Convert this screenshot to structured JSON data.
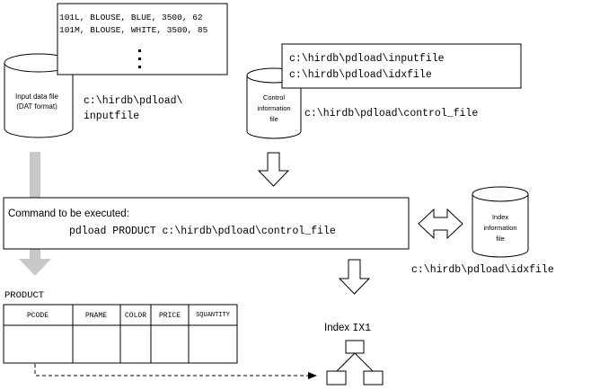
{
  "input_file": {
    "cylinder_label_line1": "Input data file",
    "cylinder_label_line2": "(DAT format)",
    "path_line1": "c:\\hirdb\\pdload\\",
    "path_line2": "inputfile",
    "records": [
      "101L, BLOUSE, BLUE, 3500, 62",
      "101M, BLOUSE, WHITE, 3500, 85"
    ]
  },
  "control_file": {
    "cylinder_label_line1": "Control",
    "cylinder_label_line2": "information",
    "cylinder_label_line3": "file",
    "path": "c:\\hirdb\\pdload\\control_file",
    "contents": [
      "c:\\hirdb\\pdload\\inputfile",
      "c:\\hirdb\\pdload\\idxfile"
    ]
  },
  "command": {
    "heading": "Command to be executed:",
    "text": "pdload PRODUCT c:\\hirdb\\pdload\\control_file"
  },
  "index_file": {
    "cylinder_label_line1": "Index",
    "cylinder_label_line2": "information",
    "cylinder_label_line3": "file",
    "path": "c:\\hirdb\\pdload\\idxfile"
  },
  "table": {
    "name": "PRODUCT",
    "columns": [
      "PCODE",
      "PNAME",
      "COLOR",
      "PRICE",
      "SQUANTITY"
    ]
  },
  "index": {
    "label": "Index ",
    "name": "IX1"
  }
}
